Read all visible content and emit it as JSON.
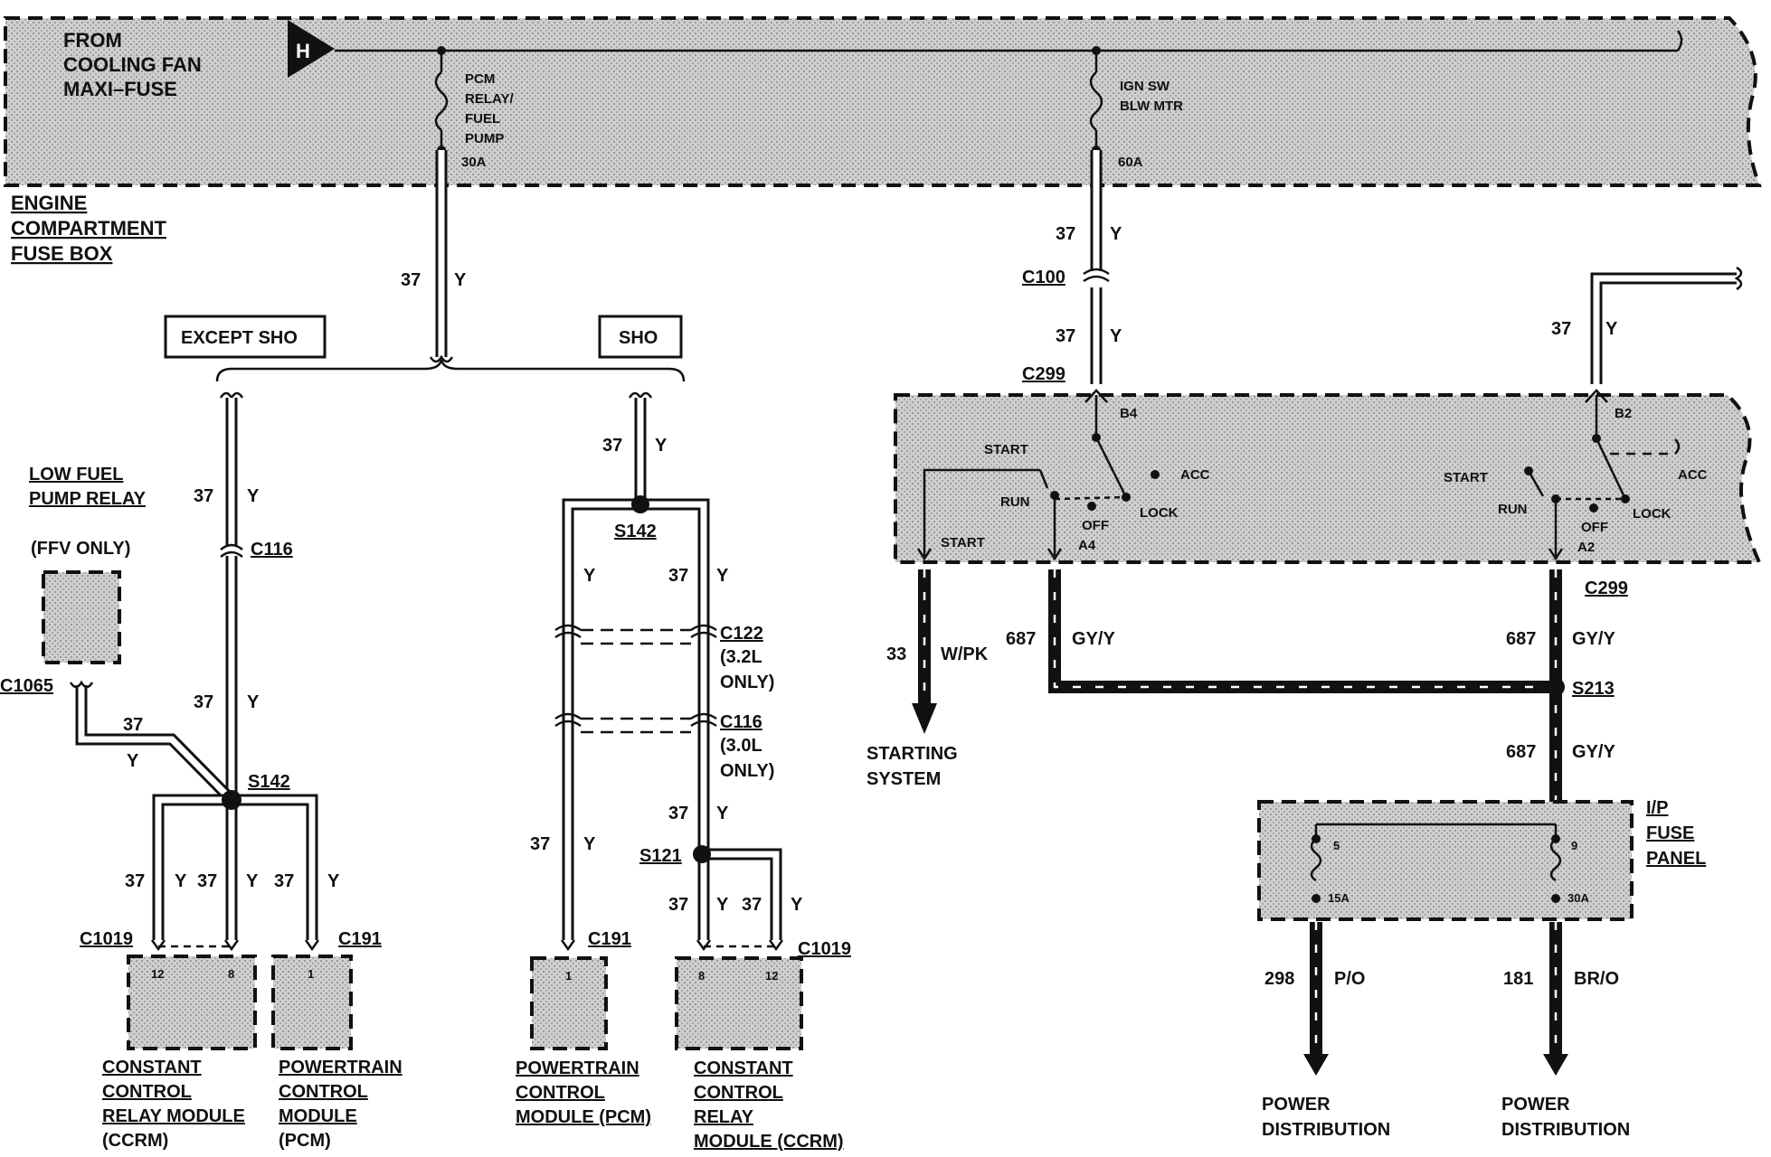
{
  "header": {
    "source_lines": [
      "FROM",
      "COOLING FAN",
      "MAXI–FUSE"
    ],
    "h_marker": "H",
    "fuse_box_lines": [
      "ENGINE",
      "COMPARTMENT",
      "FUSE BOX"
    ]
  },
  "fuses": {
    "pcm": {
      "lines": [
        "PCM",
        "RELAY/",
        "FUEL",
        "PUMP"
      ],
      "rating": "30A"
    },
    "ign": {
      "lines": [
        "IGN SW",
        "BLW MTR"
      ],
      "rating": "60A"
    }
  },
  "wire_labels": {
    "c37": "37",
    "y": "Y",
    "c687": "687",
    "gyy": "GY/Y",
    "c33": "33",
    "wpk": "W/PK",
    "c298": "298",
    "po": "P/O",
    "c181": "181",
    "bro": "BR/O"
  },
  "variants": {
    "except_sho": "EXCEPT SHO",
    "sho": "SHO"
  },
  "low_fuel": {
    "lines": [
      "LOW FUEL",
      "PUMP RELAY"
    ],
    "note": "(FFV ONLY)"
  },
  "connectors": {
    "c116": "C116",
    "c1065": "C1065",
    "s142": "S142",
    "c1019": "C1019",
    "c191": "C191",
    "c122": "C122",
    "c122_note": [
      "(3.2L",
      "ONLY)"
    ],
    "c116_note": [
      "(3.0L",
      "ONLY)"
    ],
    "s121": "S121",
    "c100": "C100",
    "c299": "C299",
    "s213": "S213"
  },
  "modules": {
    "ccrm_left": {
      "pins": [
        "12",
        "8"
      ],
      "lines": [
        "CONSTANT",
        "CONTROL",
        "RELAY MODULE",
        "(CCRM)"
      ]
    },
    "pcm_left": {
      "pins": [
        "1"
      ],
      "lines": [
        "POWERTRAIN",
        "CONTROL",
        "MODULE",
        "(PCM)"
      ]
    },
    "pcm_right": {
      "pins": [
        "1"
      ],
      "lines": [
        "POWERTRAIN",
        "CONTROL",
        "MODULE (PCM)"
      ]
    },
    "ccrm_right": {
      "pins": [
        "8",
        "12"
      ],
      "lines": [
        "CONSTANT",
        "CONTROL",
        "RELAY",
        "MODULE (CCRM)"
      ]
    }
  },
  "ignition": {
    "start": "START",
    "run": "RUN",
    "acc": "ACC",
    "lock": "LOCK",
    "off": "OFF",
    "b4": "B4",
    "a4": "A4",
    "b2": "B2",
    "a2": "A2"
  },
  "outputs": {
    "starting": [
      "STARTING",
      "SYSTEM"
    ],
    "power_dist": [
      "POWER",
      "DISTRIBUTION"
    ]
  },
  "ip_panel": {
    "lines": [
      "I/P",
      "FUSE",
      "PANEL"
    ],
    "fuse_5": {
      "num": "5",
      "rating": "15A"
    },
    "fuse_9": {
      "num": "9",
      "rating": "30A"
    }
  }
}
